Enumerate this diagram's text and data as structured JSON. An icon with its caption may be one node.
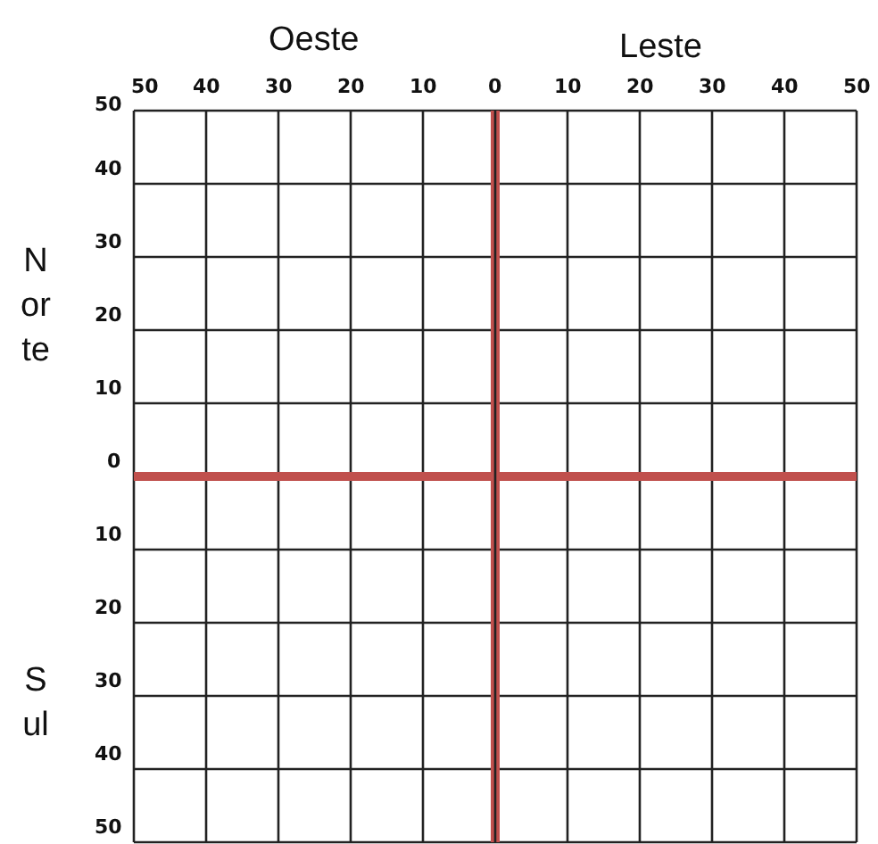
{
  "diagram": {
    "labels": [
      "Oeste",
      "Leste",
      "50",
      "40",
      "30",
      "20",
      "10",
      "0",
      "10",
      "20",
      "30",
      "40",
      "50",
      "Norte",
      "Sul",
      "50",
      "40",
      "30",
      "20",
      "10",
      "0",
      "10",
      "20",
      "30",
      "40",
      "50"
    ]
  }
}
